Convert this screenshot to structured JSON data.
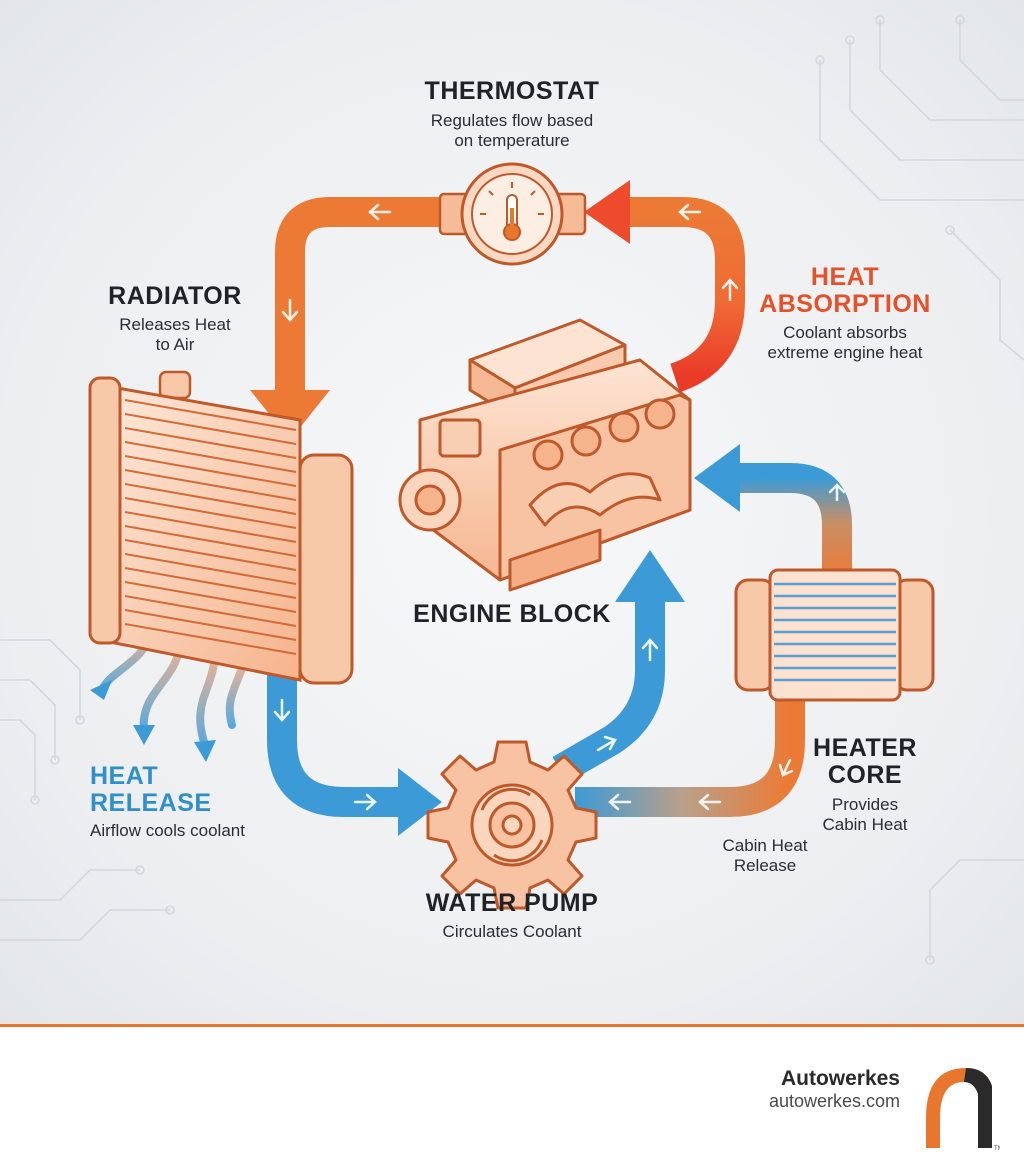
{
  "nodes": {
    "thermostat": {
      "title": "THERMOSTAT",
      "desc_line1": "Regulates flow based",
      "desc_line2": "on temperature"
    },
    "radiator": {
      "title": "RADIATOR",
      "desc_line1": "Releases Heat",
      "desc_line2": "to Air"
    },
    "heat_absorption": {
      "title_line1": "HEAT",
      "title_line2": "ABSORPTION",
      "desc_line1": "Coolant absorbs",
      "desc_line2": "extreme engine heat"
    },
    "engine_block": {
      "title": "ENGINE BLOCK"
    },
    "heat_release": {
      "title_line1": "HEAT",
      "title_line2": "RELEASE",
      "desc": "Airflow cools coolant"
    },
    "heater_core": {
      "title_line1": "HEATER",
      "title_line2": "CORE",
      "desc_line1": "Provides",
      "desc_line2": "Cabin Heat"
    },
    "cabin_heat": {
      "line1": "Cabin Heat",
      "line2": "Release"
    },
    "water_pump": {
      "title": "WATER PUMP",
      "desc": "Circulates Coolant"
    }
  },
  "footer": {
    "brand": "Autowerkes",
    "url": "autowerkes.com",
    "logo_mark": "TM"
  },
  "colors": {
    "hot": "#ec7a35",
    "very_hot": "#ee4a2c",
    "cool": "#3c9bd6",
    "accent": "#e8762e"
  }
}
